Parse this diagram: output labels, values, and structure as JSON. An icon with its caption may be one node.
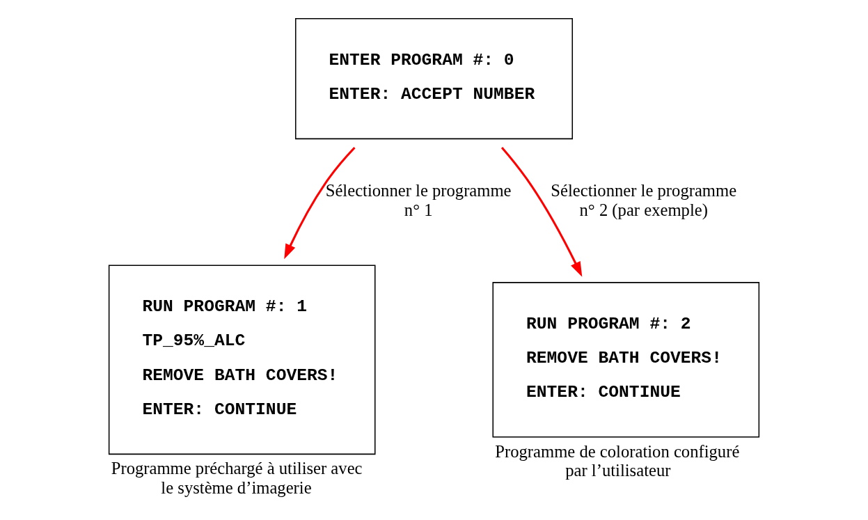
{
  "diagram": {
    "nodes": [
      {
        "text": [
          "ENTER PROGRAM #: 0",
          "ENTER: ACCEPT NUMBER"
        ]
      },
      {
        "text": [
          "RUN PROGRAM #: 1",
          "TP_95%_ALC",
          "REMOVE BATH COVERS!",
          "ENTER: CONTINUE"
        ],
        "beside": [
          "Programme préchargé à utiliser avec le système d’imagerie"
        ]
      },
      {
        "text": [
          "RUN PROGRAM #: 2",
          "REMOVE BATH COVERS!",
          "ENTER: CONTINUE"
        ],
        "beside": [
          "Programme de coloration configuré par l’utilisateur"
        ]
      }
    ],
    "edges": [
      {
        "from": 0,
        "to": 1,
        "arrow": "to",
        "label": "Sélectionner le programme n° 1"
      },
      {
        "from": 0,
        "to": 2,
        "arrow": "to",
        "label": "Sélectionner le programme n° 2 (par exemple)"
      }
    ]
  }
}
